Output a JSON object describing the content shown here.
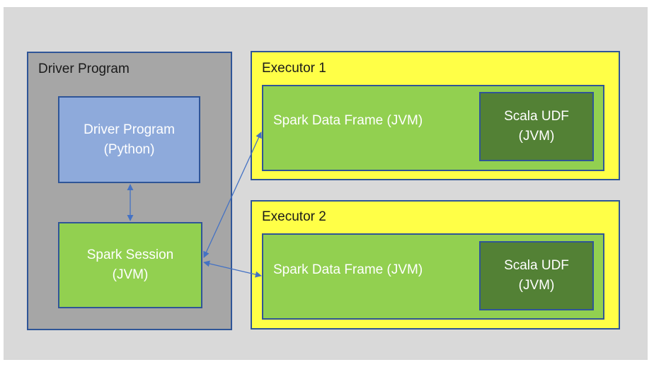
{
  "driver": {
    "title": "Driver Program",
    "python_box": {
      "line1": "Driver Program",
      "line2": "(Python)"
    },
    "session_box": {
      "line1": "Spark Session",
      "line2": "(JVM)"
    }
  },
  "executors": [
    {
      "title": "Executor 1",
      "frame_label": "Spark Data Frame (JVM)",
      "udf": {
        "line1": "Scala UDF",
        "line2": "(JVM)"
      }
    },
    {
      "title": "Executor 2",
      "frame_label": "Spark Data Frame (JVM)",
      "udf": {
        "line1": "Scala UDF",
        "line2": "(JVM)"
      }
    }
  ],
  "colors": {
    "background": "#d9d9d9",
    "driver_outer": "#a6a6a6",
    "driver_python": "#8eaadb",
    "green": "#92d050",
    "dark_green": "#538135",
    "executor": "#ffff47",
    "border": "#2f5597",
    "arrow": "#4472c4"
  }
}
